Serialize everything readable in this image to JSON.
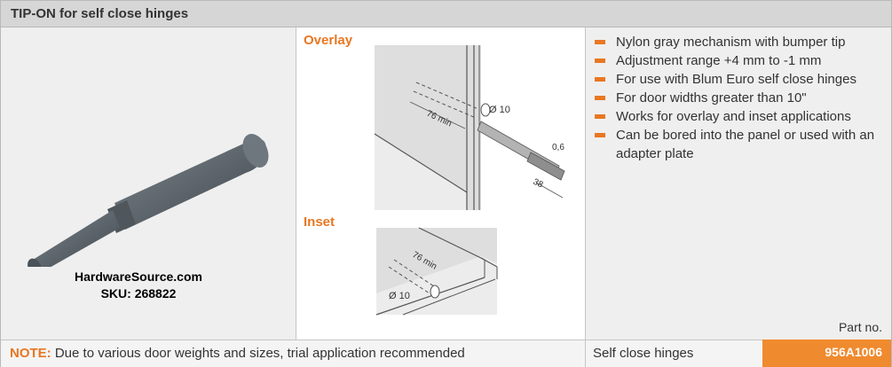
{
  "header": {
    "title": "TIP-ON for self close hinges"
  },
  "product": {
    "brand_line": "HardwareSource.com",
    "sku_line": "SKU: 268822"
  },
  "diagram": {
    "overlay_label": "Overlay",
    "inset_label": "Inset",
    "dim_76min": "76 min",
    "dim_d10": "Ø 10",
    "dim_06": "0,6",
    "dim_38": "38"
  },
  "features": [
    "Nylon gray mechanism with bumper tip",
    "Adjustment range +4 mm to -1 mm",
    "For use with Blum Euro self close hinges",
    "For door widths greater than 10\"",
    "Works for overlay and inset applications",
    "Can be bored into the panel or used with an adapter plate"
  ],
  "part_no_label": "Part no.",
  "footer": {
    "note_label": "NOTE:",
    "note_text": " Due to various door weights and sizes, trial application recommended",
    "type": "Self close hinges",
    "part_number": "956A1006"
  },
  "colors": {
    "accent": "#e87722",
    "header_bg": "#d6d6d6",
    "panel_bg": "#efefef",
    "part_bg": "#f08a2e"
  }
}
